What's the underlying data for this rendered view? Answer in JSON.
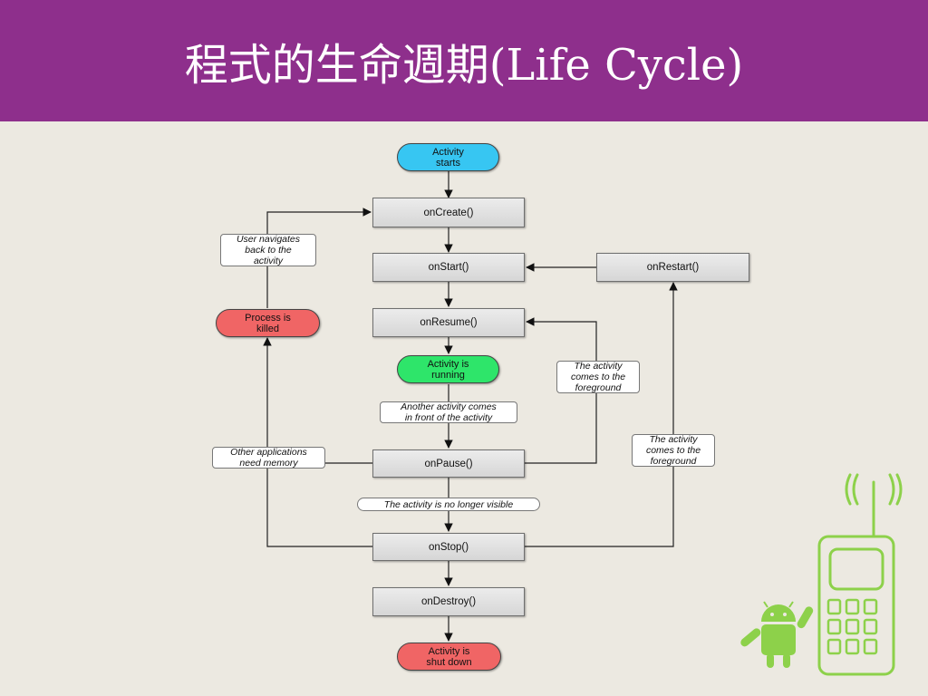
{
  "slide": {
    "title": "程式的生命週期(Life Cycle)"
  },
  "diagram": {
    "states": {
      "activity_starts": "Activity\nstarts",
      "activity_running": "Activity is\nrunning",
      "process_killed": "Process is\nkilled",
      "activity_shut_down": "Activity is\nshut down"
    },
    "methods": {
      "on_create": "onCreate()",
      "on_start": "onStart()",
      "on_restart": "onRestart()",
      "on_resume": "onResume()",
      "on_pause": "onPause()",
      "on_stop": "onStop()",
      "on_destroy": "onDestroy()"
    },
    "notes": {
      "user_navigates_back": "User navigates\nback to the\nactivity",
      "activity_foreground_1": "The activity\ncomes to the\nforeground",
      "another_activity": "Another activity comes\nin front of the activity",
      "other_apps_memory": "Other applications\nneed memory",
      "activity_foreground_2": "The activity\ncomes to the\nforeground",
      "no_longer_visible": "The activity is no longer visible"
    },
    "colors": {
      "start_state": "#37c6f2",
      "running_state": "#2ee56a",
      "end_state": "#f06565"
    }
  },
  "decoration": {
    "icon": "android-phone-icon",
    "color": "#8dd14a"
  }
}
